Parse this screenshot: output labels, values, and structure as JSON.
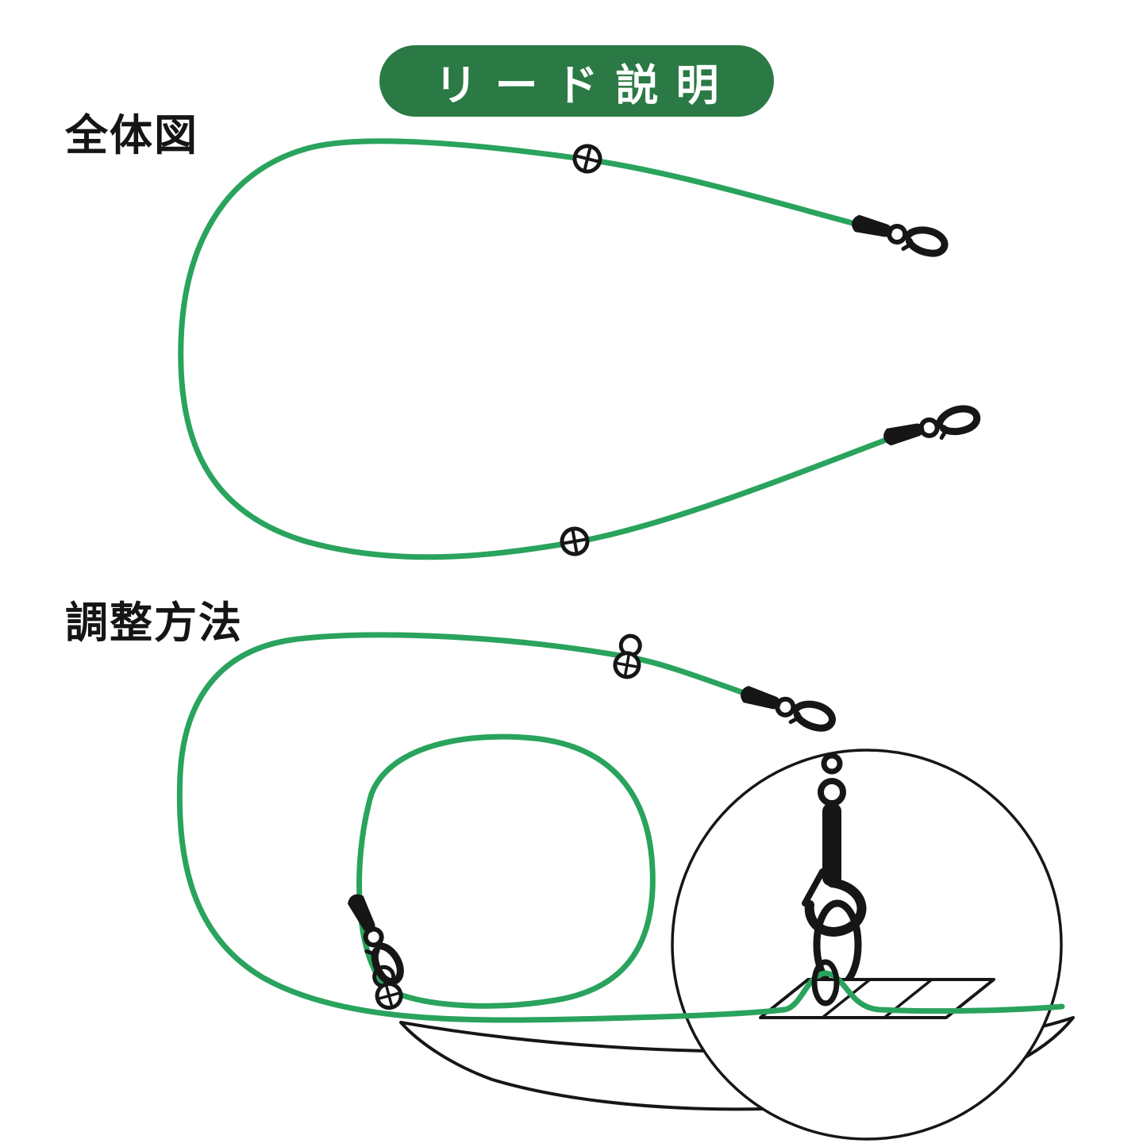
{
  "header": {
    "title": "リード説明",
    "bg_color": "#2b7a45",
    "text_color": "#ffffff"
  },
  "sections": [
    {
      "label": "全体図"
    },
    {
      "label": "調整方法"
    }
  ],
  "colors": {
    "cord": "#29a35d",
    "line": "#161616",
    "background": "#ffffff"
  },
  "parts": {
    "cord": "leash-cord",
    "snap": "swivel-snap-hook",
    "adjuster": "cord-adjuster-bead",
    "rings": "connector-rings",
    "magnifier": "zoom-detail-circle",
    "strap": "harness-strap",
    "tail": "harness-outline"
  }
}
